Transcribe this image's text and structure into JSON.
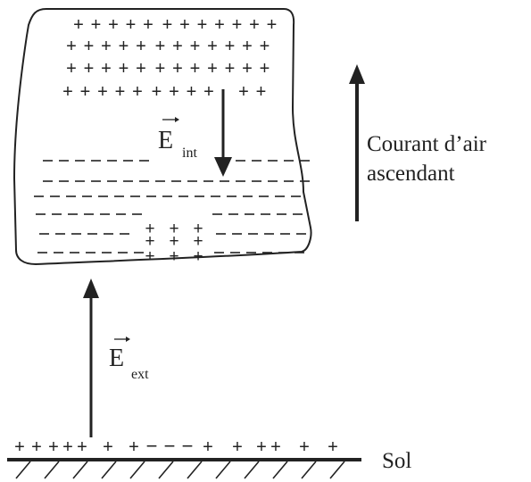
{
  "labels": {
    "e_int_main": "E",
    "e_int_sub": "int",
    "e_ext_main": "E",
    "e_ext_sub": "ext",
    "current_line1": "Courant d’air",
    "current_line2": "ascendant",
    "ground": "Sol"
  },
  "glyphs": {
    "positive": "+",
    "negative": "−"
  },
  "colors": {
    "ink": "#222222",
    "background": "#ffffff"
  }
}
